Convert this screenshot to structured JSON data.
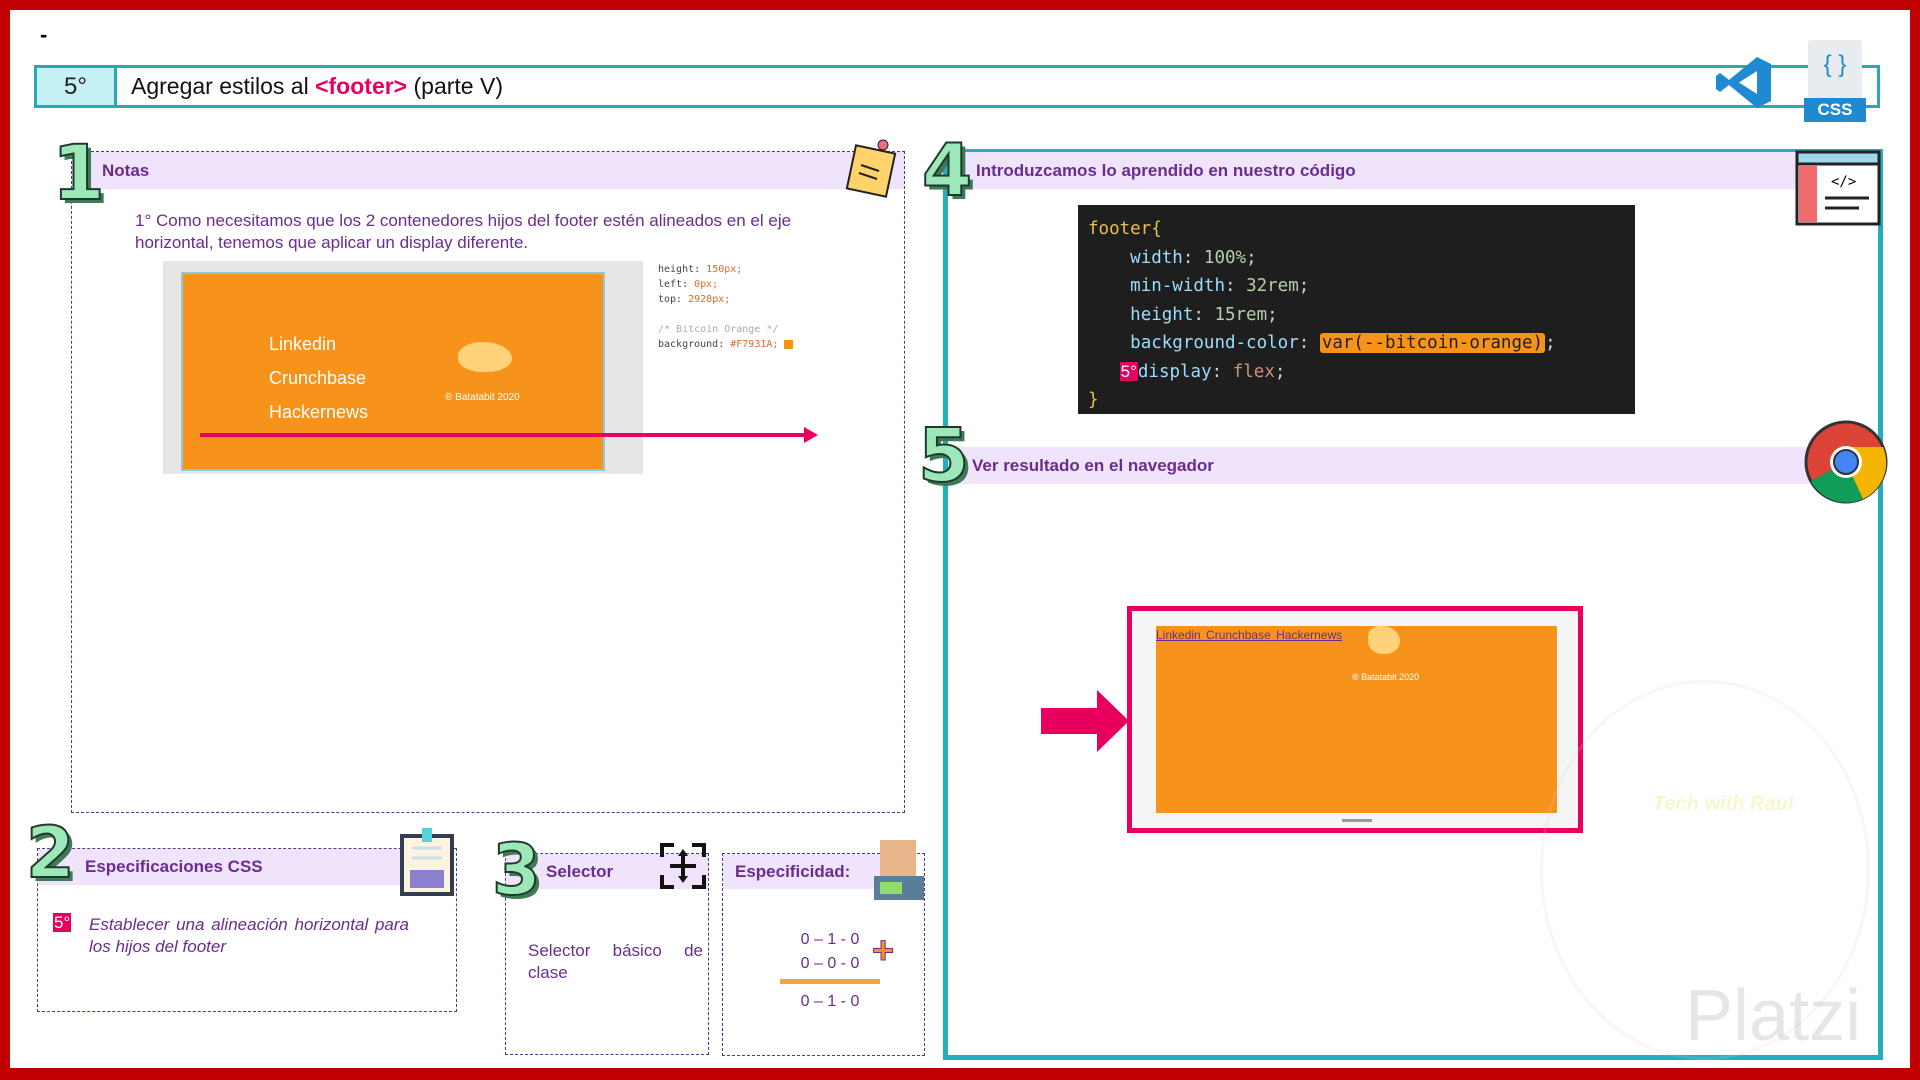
{
  "header": {
    "dash": "-",
    "step_badge": "5°",
    "title_prefix": "Agregar estilos al ",
    "title_tag": "<footer>",
    "title_suffix": " (parte V)",
    "vscode_icon": "vscode-icon",
    "css_icon_label": "CSS",
    "css_braces": "{ }"
  },
  "notes": {
    "number": "1",
    "title": "Notas",
    "text": "1° Como necesitamos que los 2 contenedores hijos del footer estén alineados en el eje horizontal, tenemos que aplicar un display diferente.",
    "preview": {
      "links": [
        "Linkedin",
        "Crunchbase",
        "Hackernews"
      ],
      "copyright": "® Batatabit 2020",
      "devtools": [
        {
          "prop": "height: ",
          "val": "150px;"
        },
        {
          "prop": "left: ",
          "val": "0px;"
        },
        {
          "prop": "top: ",
          "val": "2928px;"
        }
      ],
      "comment": "/* Bitcoin Orange */",
      "bg_prop": "background: ",
      "bg_val": "#F7931A;"
    }
  },
  "specs": {
    "number": "2",
    "title": "Especificaciones CSS",
    "badge": "5°",
    "text": "Establecer una alineación horizontal para los hijos del footer"
  },
  "selector": {
    "number": "3",
    "title": "Selector",
    "text": "Selector básico de clase"
  },
  "specificity": {
    "title": "Especificidad:",
    "row1": "0 – 1 - 0",
    "row2": "0 – 0 - 0",
    "result": "0 – 1 - 0",
    "plus": "+"
  },
  "code_section": {
    "number": "4",
    "title": "Introduzcamos lo aprendido en nuestro código",
    "code": {
      "selector": "footer",
      "open": "{",
      "close": "}",
      "lines": [
        {
          "p": "width",
          "v": "100%"
        },
        {
          "p": "min-width",
          "v": "32rem"
        },
        {
          "p": "height",
          "v": "15rem"
        }
      ],
      "bg_prop": "background-color",
      "bg_val": "var(--bitcoin-orange)",
      "badge": "5°",
      "new_prop": "display",
      "new_val": "flex"
    }
  },
  "result": {
    "number": "5",
    "title": "Ver resultado en el navegador",
    "links": [
      "Linkedin",
      "Crunchbase",
      "Hackernews"
    ],
    "copyright": "® Batatabit 2020"
  },
  "watermark": {
    "brand": "Platzi",
    "channel": "Tech with Raul"
  },
  "colors": {
    "accent": "#e8005f",
    "teal": "#22afbd",
    "orange": "#f7931a",
    "frame": "#c00000",
    "purple": "#6a2c91"
  }
}
